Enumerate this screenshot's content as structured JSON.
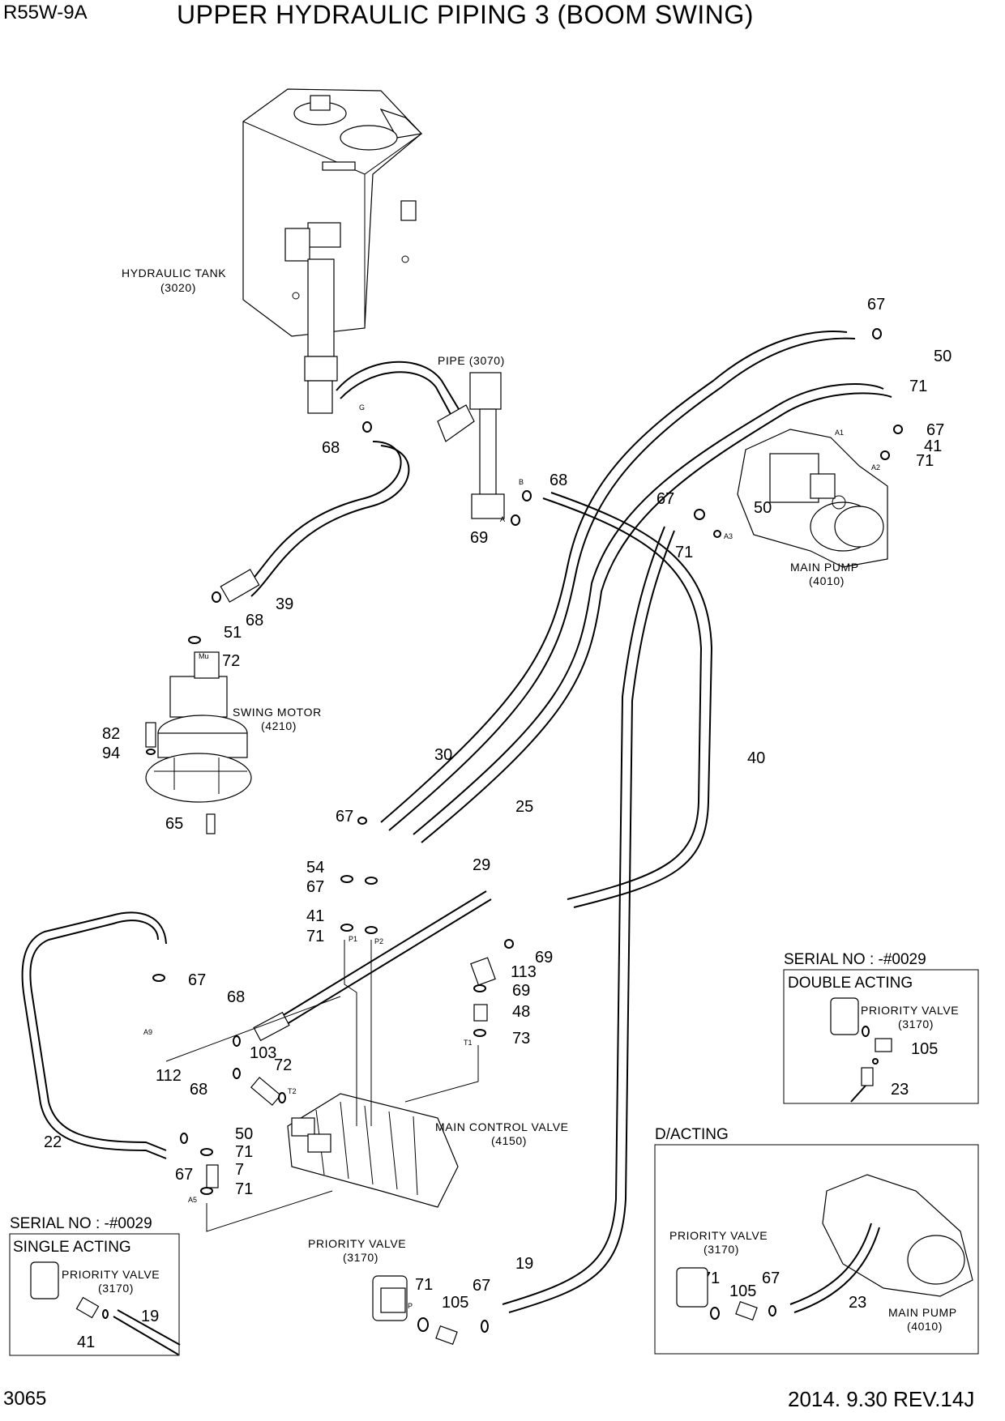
{
  "header": {
    "model": "R55W-9A",
    "title": "UPPER HYDRAULIC PIPING 3 (BOOM SWING)"
  },
  "footer": {
    "page_number": "3065",
    "revision": "2014. 9.30  REV.14J"
  },
  "components": {
    "hydraulic_tank": {
      "name": "HYDRAULIC TANK",
      "code": "(3020)"
    },
    "pipe": {
      "name": "PIPE (3070)"
    },
    "main_pump": {
      "name": "MAIN PUMP",
      "code": "(4010)"
    },
    "swing_motor": {
      "name": "SWING MOTOR",
      "code": "(4210)"
    },
    "main_control_valve": {
      "name": "MAIN CONTROL VALVE",
      "code": "(4150)"
    },
    "priority_valve": {
      "name": "PRIORITY VALVE",
      "code": "(3170)"
    }
  },
  "insets": {
    "double_acting": {
      "serial": "SERIAL NO : -#0029",
      "title": "DOUBLE ACTING",
      "component": "PRIORITY VALVE",
      "code": "(3170)"
    },
    "d_acting": {
      "title": "D/ACTING",
      "valve": "PRIORITY VALVE",
      "valve_code": "(3170)",
      "pump": "MAIN PUMP",
      "pump_code": "(4010)"
    },
    "single_acting": {
      "serial": "SERIAL NO : -#0029",
      "title": "SINGLE ACTING",
      "component": "PRIORITY VALVE",
      "code": "(3170)"
    }
  },
  "port_labels": [
    "G",
    "B",
    "A",
    "A1",
    "A2",
    "A3",
    "Mu",
    "P1",
    "P2",
    "A9",
    "T2",
    "T1",
    "A5",
    "P"
  ],
  "callouts": [
    "67",
    "50",
    "71",
    "67",
    "41",
    "71",
    "68",
    "69",
    "67",
    "50",
    "71",
    "68",
    "39",
    "51",
    "68",
    "72",
    "82",
    "94",
    "65",
    "30",
    "25",
    "40",
    "67",
    "54",
    "67",
    "41",
    "71",
    "29",
    "69",
    "113",
    "69",
    "48",
    "73",
    "67",
    "68",
    "112",
    "103",
    "72",
    "68",
    "22",
    "50",
    "71",
    "67",
    "7",
    "71",
    "19",
    "71",
    "105",
    "67",
    "105",
    "23",
    "71",
    "105",
    "67",
    "23",
    "41",
    "19"
  ]
}
